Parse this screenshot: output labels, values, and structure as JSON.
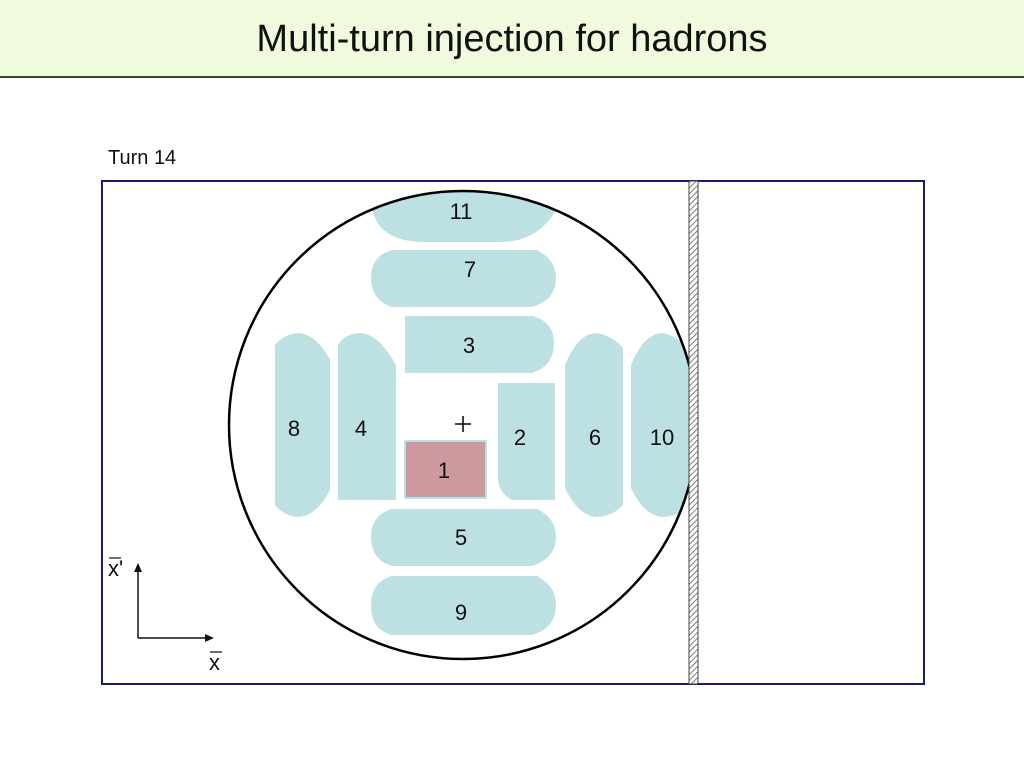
{
  "slide": {
    "title": "Multi-turn injection for hadrons"
  },
  "diagram": {
    "turn_label": "Turn 14",
    "beamlets": [
      {
        "label": "1",
        "state": "current"
      },
      {
        "label": "2",
        "state": "stored"
      },
      {
        "label": "3",
        "state": "stored"
      },
      {
        "label": "4",
        "state": "stored"
      },
      {
        "label": "5",
        "state": "stored"
      },
      {
        "label": "6",
        "state": "stored"
      },
      {
        "label": "7",
        "state": "stored"
      },
      {
        "label": "8",
        "state": "stored"
      },
      {
        "label": "9",
        "state": "stored"
      },
      {
        "label": "10",
        "state": "stored"
      },
      {
        "label": "11",
        "state": "stored"
      }
    ],
    "axis_x": "x",
    "axis_xprime": "x'",
    "colors": {
      "header_bg": "#f0fadc",
      "frame": "#1a1a6e",
      "beamlet": "#bde0e3",
      "current_beamlet": "#cc9a9e"
    }
  }
}
